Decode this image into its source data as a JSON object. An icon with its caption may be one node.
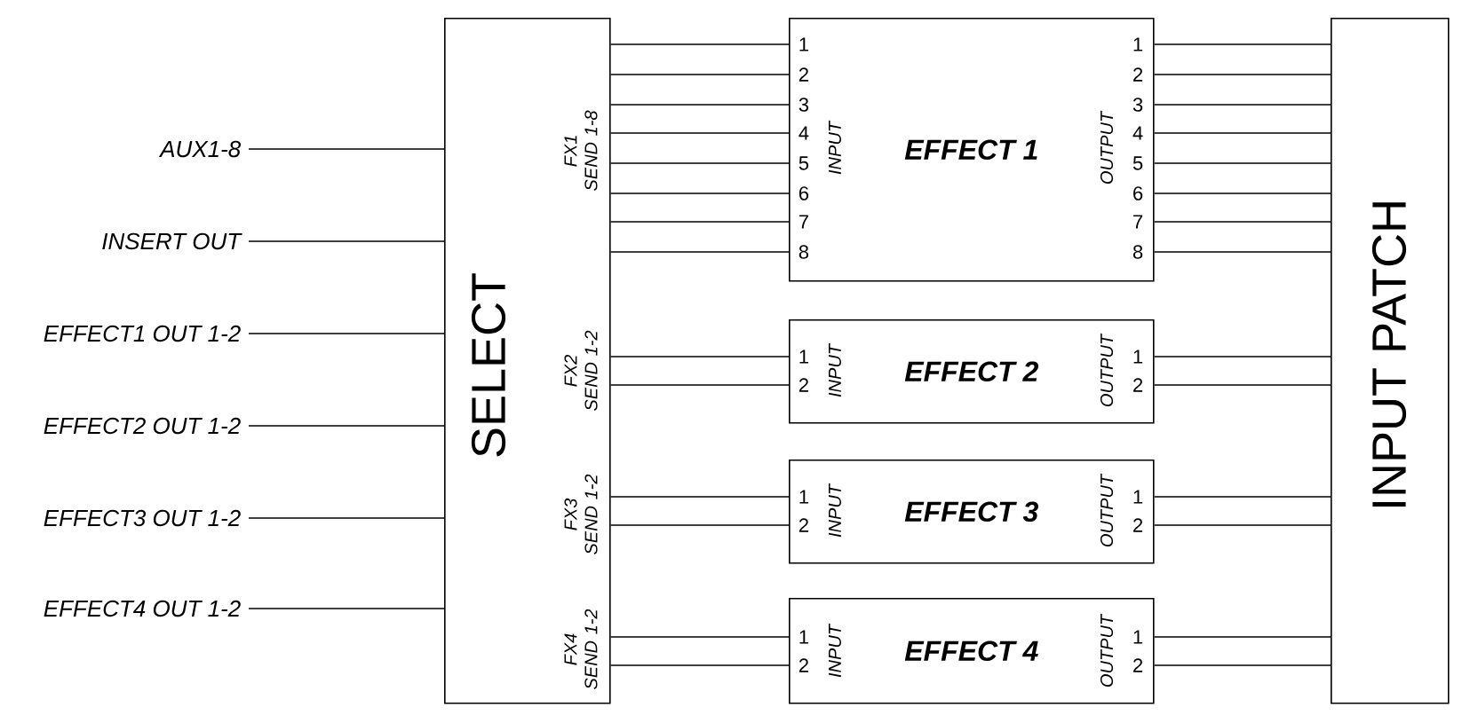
{
  "diagram": {
    "nodes": [
      {
        "text": [
          "AUX1-8"
        ]
      },
      {
        "text": [
          "INSERT OUT"
        ]
      },
      {
        "text": [
          "EFFECT1 OUT 1-2"
        ]
      },
      {
        "text": [
          "EFFECT2 OUT 1-2"
        ]
      },
      {
        "text": [
          "EFFECT3 OUT 1-2"
        ]
      },
      {
        "text": [
          "EFFECT4 OUT 1-2"
        ]
      },
      {
        "text": [
          "SELECT",
          "FX1 SEND 1-8",
          "FX2 SEND 1-2",
          "FX3 SEND 1-2",
          "FX4 SEND 1-2"
        ]
      },
      {
        "text": [
          "EFFECT 1",
          "INPUT",
          "OUTPUT",
          "1",
          "2",
          "3",
          "4",
          "5",
          "6",
          "7",
          "8",
          "1",
          "2",
          "3",
          "4",
          "5",
          "6",
          "7",
          "8"
        ]
      },
      {
        "text": [
          "EFFECT 2",
          "INPUT",
          "OUTPUT",
          "1",
          "2",
          "1",
          "2"
        ]
      },
      {
        "text": [
          "EFFECT 3",
          "INPUT",
          "OUTPUT",
          "1",
          "2",
          "1",
          "2"
        ]
      },
      {
        "text": [
          "EFFECT 4",
          "INPUT",
          "OUTPUT",
          "1",
          "2",
          "1",
          "2"
        ]
      },
      {
        "text": [
          "INPUT PATCH"
        ]
      }
    ],
    "edges": [
      {
        "from": 0,
        "to": 6,
        "arrow": "none"
      },
      {
        "from": 1,
        "to": 6,
        "arrow": "none"
      },
      {
        "from": 2,
        "to": 6,
        "arrow": "none"
      },
      {
        "from": 3,
        "to": 6,
        "arrow": "none"
      },
      {
        "from": 4,
        "to": 6,
        "arrow": "none"
      },
      {
        "from": 5,
        "to": 6,
        "arrow": "none"
      },
      {
        "from": 6,
        "to": 7,
        "arrow": "none"
      },
      {
        "from": 6,
        "to": 7,
        "arrow": "none"
      },
      {
        "from": 6,
        "to": 7,
        "arrow": "none"
      },
      {
        "from": 6,
        "to": 7,
        "arrow": "none"
      },
      {
        "from": 6,
        "to": 7,
        "arrow": "none"
      },
      {
        "from": 6,
        "to": 7,
        "arrow": "none"
      },
      {
        "from": 6,
        "to": 7,
        "arrow": "none"
      },
      {
        "from": 6,
        "to": 7,
        "arrow": "none"
      },
      {
        "from": 7,
        "to": 11,
        "arrow": "none"
      },
      {
        "from": 7,
        "to": 11,
        "arrow": "none"
      },
      {
        "from": 7,
        "to": 11,
        "arrow": "none"
      },
      {
        "from": 7,
        "to": 11,
        "arrow": "none"
      },
      {
        "from": 7,
        "to": 11,
        "arrow": "none"
      },
      {
        "from": 7,
        "to": 11,
        "arrow": "none"
      },
      {
        "from": 7,
        "to": 11,
        "arrow": "none"
      },
      {
        "from": 7,
        "to": 11,
        "arrow": "none"
      },
      {
        "from": 6,
        "to": 8,
        "arrow": "none"
      },
      {
        "from": 6,
        "to": 8,
        "arrow": "none"
      },
      {
        "from": 8,
        "to": 11,
        "arrow": "none"
      },
      {
        "from": 8,
        "to": 11,
        "arrow": "none"
      },
      {
        "from": 6,
        "to": 9,
        "arrow": "none"
      },
      {
        "from": 6,
        "to": 9,
        "arrow": "none"
      },
      {
        "from": 9,
        "to": 11,
        "arrow": "none"
      },
      {
        "from": 9,
        "to": 11,
        "arrow": "none"
      },
      {
        "from": 6,
        "to": 10,
        "arrow": "none"
      },
      {
        "from": 6,
        "to": 10,
        "arrow": "none"
      },
      {
        "from": 10,
        "to": 11,
        "arrow": "none"
      },
      {
        "from": 10,
        "to": 11,
        "arrow": "none"
      }
    ]
  }
}
